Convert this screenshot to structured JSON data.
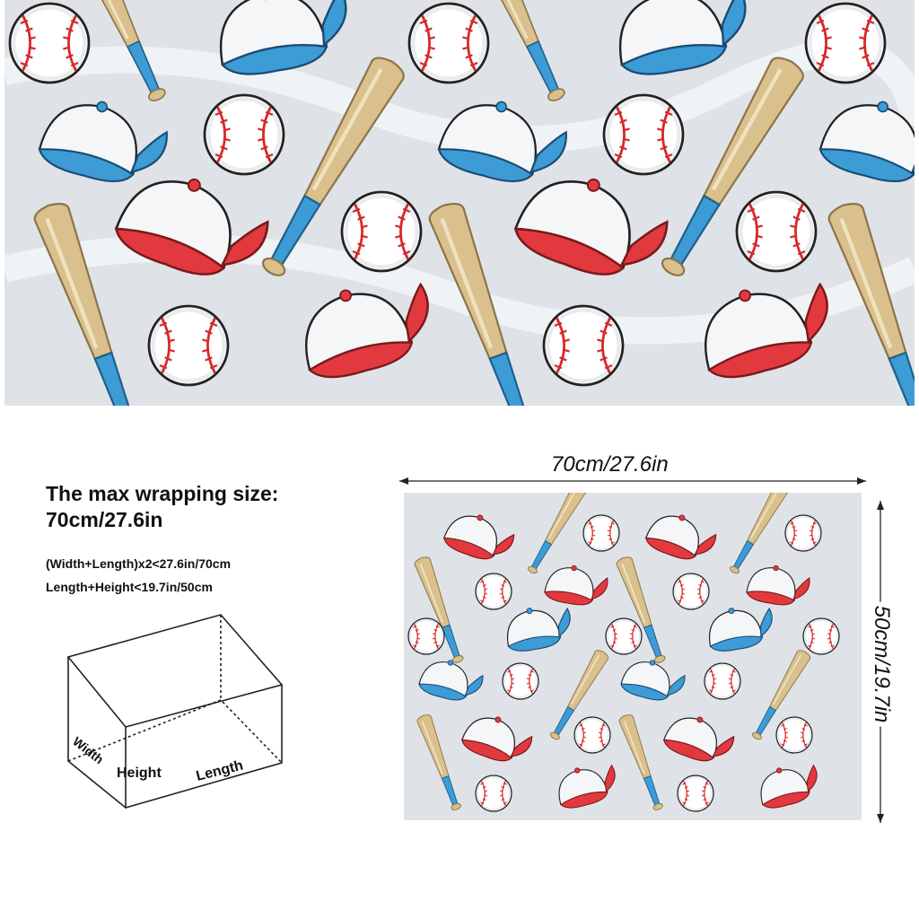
{
  "info": {
    "title_line1": "The max wrapping size:",
    "title_line2": "70cm/27.6in",
    "formula_line1": "(Width+Length)x2<27.6in/70cm",
    "formula_line2": "Length+Height<19.7in/50cm"
  },
  "box": {
    "width_label": "Width",
    "height_label": "Height",
    "length_label": "Length"
  },
  "dimensions": {
    "width_label": "70cm/27.6in",
    "height_label": "50cm/19.7in"
  },
  "pattern": {
    "icons": [
      "baseball-icon",
      "baseball-bat-icon",
      "baseball-cap-icon"
    ],
    "colors": {
      "background": "#dfe3e7",
      "blue": "#3d9bd6",
      "red": "#e2393f",
      "bat_wood": "#d9c08c",
      "stitch": "#d62828"
    }
  }
}
